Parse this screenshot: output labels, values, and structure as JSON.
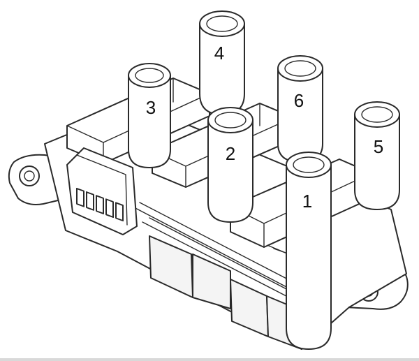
{
  "towers": [
    {
      "label": "4"
    },
    {
      "label": "6"
    },
    {
      "label": "3"
    },
    {
      "label": "5"
    },
    {
      "label": "2"
    },
    {
      "label": "1"
    }
  ]
}
